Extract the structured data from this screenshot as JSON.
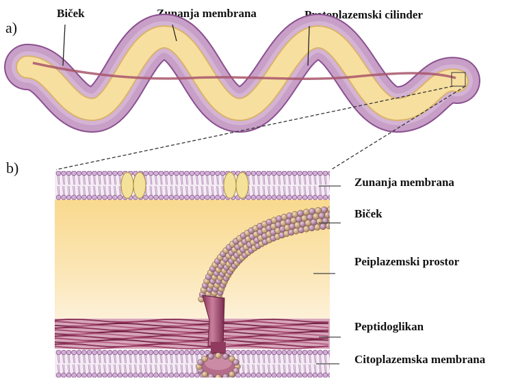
{
  "panel_a": {
    "letter": "a)",
    "labels": {
      "flagellum": "Biček",
      "outer_membrane": "Zunanja membrana",
      "protoplasmic_cylinder": "Protoplazemski cilinder"
    }
  },
  "panel_b": {
    "letter": "b)",
    "labels": {
      "outer_membrane": "Zunanja membrana",
      "flagellum": "Biček",
      "periplasmic_space": "Peiplazemski prostor",
      "peptidoglycan": "Peptidoglikan",
      "cytoplasmic_membrane": "Citoplazemska membrana"
    }
  },
  "colors": {
    "sheath": "#c79fc7",
    "sheath_edge": "#8a4f8f",
    "cylinder": "#f7dfa0",
    "flagellum_line": "#a8566a",
    "periplasm": "#fbe1a6",
    "peptidoglycan": "#7e2148",
    "lipid_head": "#c9a6cf",
    "protein": "#f4e19a",
    "bead_a": "#d4ae82",
    "bead_b": "#b98ea8"
  }
}
